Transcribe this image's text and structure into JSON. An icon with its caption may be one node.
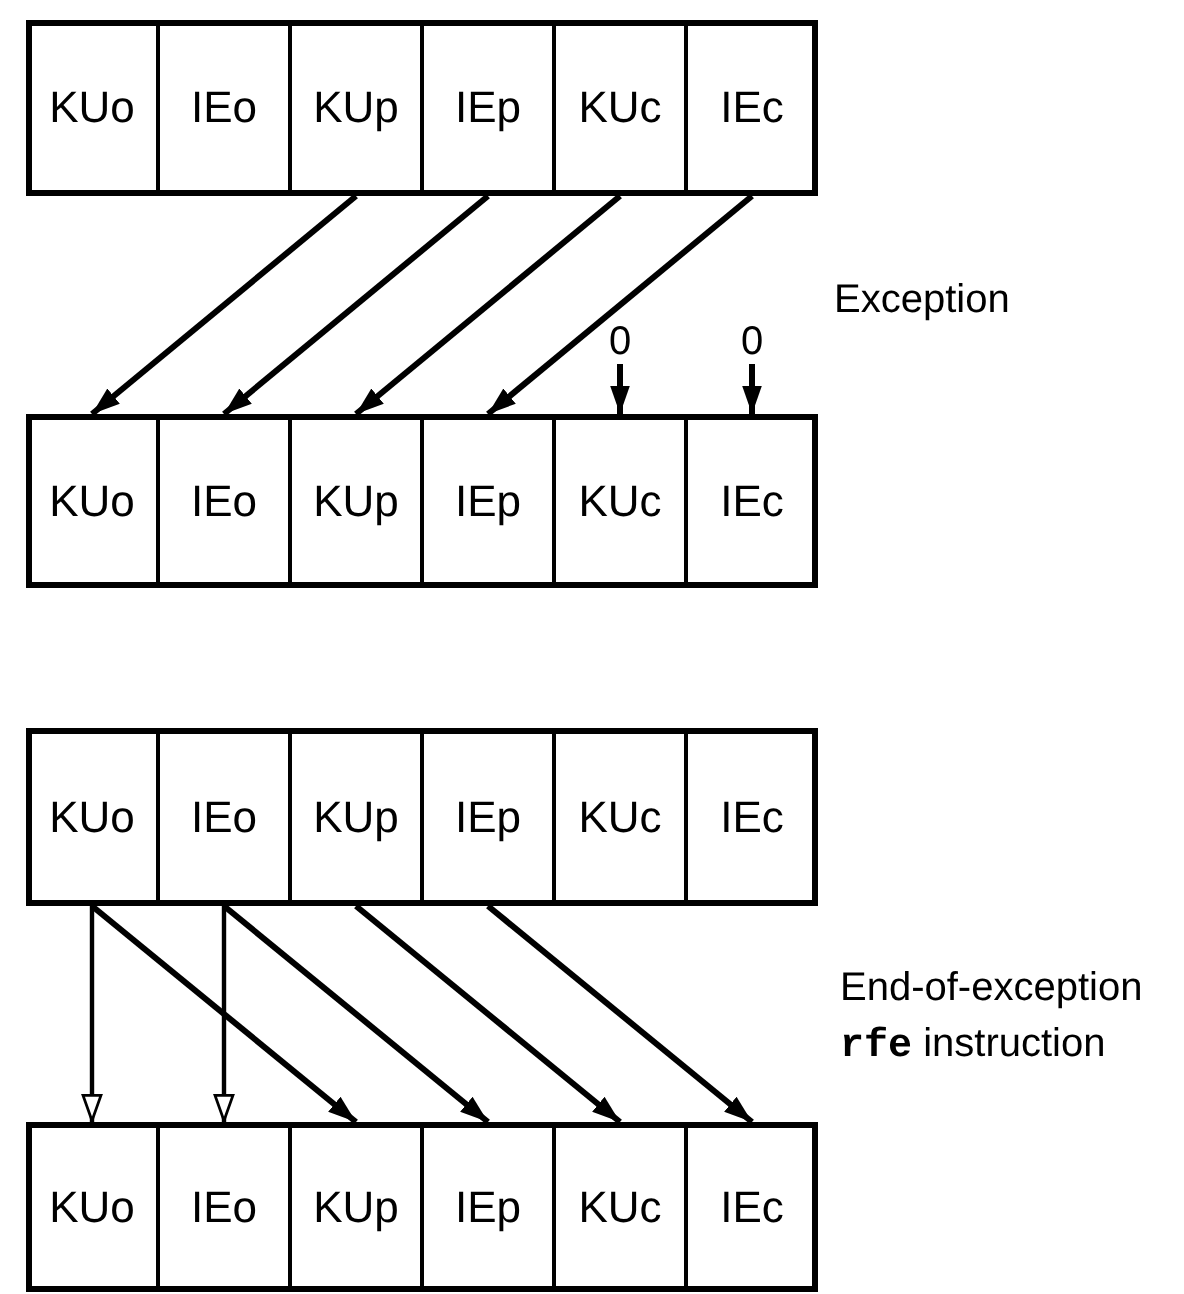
{
  "diagram": {
    "nodes": [
      {
        "text": [
          "KUo"
        ]
      },
      {
        "text": [
          "IEo"
        ]
      },
      {
        "text": [
          "KUp"
        ]
      },
      {
        "text": [
          "IEp"
        ]
      },
      {
        "text": [
          "KUc"
        ]
      },
      {
        "text": [
          "IEc"
        ]
      },
      {
        "text": [
          "0"
        ]
      },
      {
        "text": [
          "0"
        ]
      },
      {
        "text": [
          "KUo"
        ]
      },
      {
        "text": [
          "IEo"
        ]
      },
      {
        "text": [
          "KUp"
        ]
      },
      {
        "text": [
          "IEp"
        ]
      },
      {
        "text": [
          "KUc"
        ]
      },
      {
        "text": [
          "IEc"
        ]
      },
      {
        "text": [
          "KUo"
        ]
      },
      {
        "text": [
          "IEo"
        ]
      },
      {
        "text": [
          "KUp"
        ]
      },
      {
        "text": [
          "IEp"
        ]
      },
      {
        "text": [
          "KUc"
        ]
      },
      {
        "text": [
          "IEc"
        ]
      },
      {
        "text": [
          "KUo"
        ]
      },
      {
        "text": [
          "IEo"
        ]
      },
      {
        "text": [
          "KUp"
        ]
      },
      {
        "text": [
          "IEp"
        ]
      },
      {
        "text": [
          "KUc"
        ]
      },
      {
        "text": [
          "IEc"
        ]
      }
    ],
    "edges": [
      {
        "from": 2,
        "to": 8,
        "arrow": "to"
      },
      {
        "from": 3,
        "to": 9,
        "arrow": "to"
      },
      {
        "from": 4,
        "to": 10,
        "arrow": "to"
      },
      {
        "from": 5,
        "to": 11,
        "arrow": "to"
      },
      {
        "from": 6,
        "to": 12,
        "arrow": "to"
      },
      {
        "from": 7,
        "to": 13,
        "arrow": "to"
      },
      {
        "from": 14,
        "to": 20,
        "arrow": "to"
      },
      {
        "from": 15,
        "to": 21,
        "arrow": "to"
      },
      {
        "from": 14,
        "to": 22,
        "arrow": "to"
      },
      {
        "from": 15,
        "to": 23,
        "arrow": "to"
      },
      {
        "from": 16,
        "to": 24,
        "arrow": "to"
      },
      {
        "from": 17,
        "to": 25,
        "arrow": "to"
      }
    ],
    "labels": [
      "Exception",
      "End-of-exception **rfe** instruction"
    ]
  }
}
